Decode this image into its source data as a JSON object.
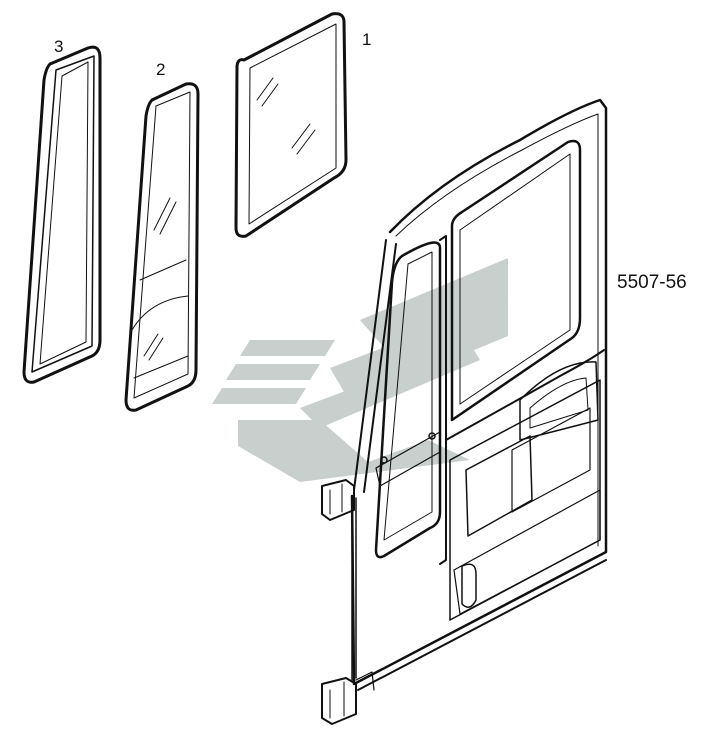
{
  "callouts": {
    "part_1": "1",
    "part_2": "2",
    "part_3": "3"
  },
  "drawing_code": "5507-56",
  "colors": {
    "line": "#111111",
    "watermark": "#c9cfcc",
    "background": "#ffffff"
  }
}
